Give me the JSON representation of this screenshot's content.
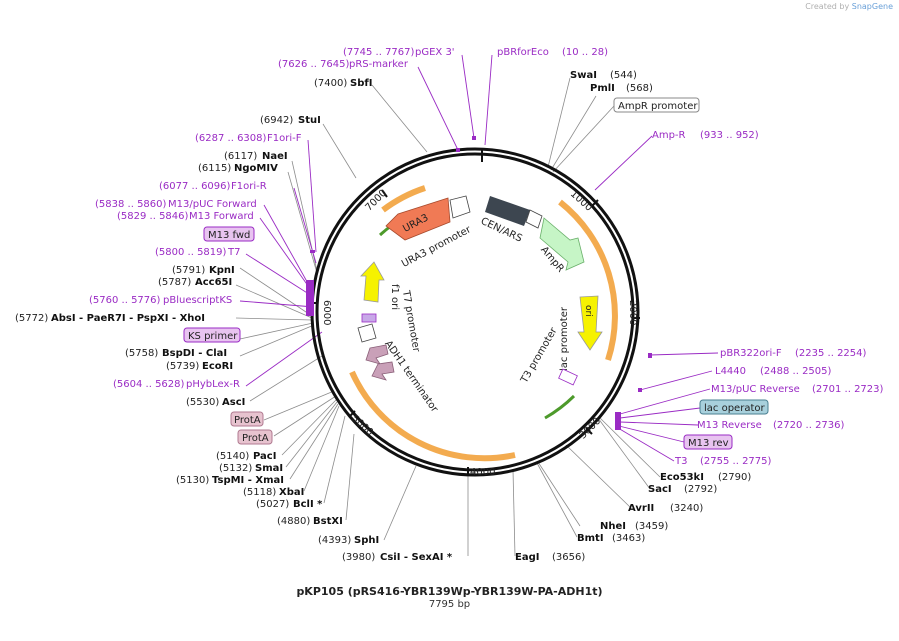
{
  "app": {
    "credit_prefix": "Created by",
    "credit_brand": "SnapGene"
  },
  "plasmid": {
    "name": "pKP105 (pRS416-YBR139Wp-YBR139W-PA-ADH1t)",
    "length_label": "7795 bp",
    "length": 7795,
    "tick_labels": [
      "1000",
      "2000",
      "3000",
      "4000",
      "5000",
      "6000",
      "7000"
    ]
  },
  "colors": {
    "enzyme": "#000000",
    "primer": "#9a2bc4",
    "amp": "#f2a23c",
    "ura3_arrow": "#f07a55",
    "ampr_arrow": "#c6f5c6",
    "ori": "#f6f200",
    "cen": "#3d4650",
    "t7_arrow": "#f6f200",
    "adh1": "#c9a0b8",
    "lac_op_box": "#a8d0dc",
    "protA_box": "#e7c3cf",
    "m13_box": "#e8c4f0"
  },
  "enzymes": [
    {
      "name": "SwaI",
      "pos": "(544)"
    },
    {
      "name": "PmlI",
      "pos": "(568)"
    },
    {
      "name": "SbfI",
      "pos": "(7400)"
    },
    {
      "name": "StuI",
      "pos": "(6942)"
    },
    {
      "name": "NaeI",
      "pos": "(6117)"
    },
    {
      "name": "NgoMIV",
      "pos": "(6115)"
    },
    {
      "name": "KpnI",
      "pos": "(5791)"
    },
    {
      "name": "Acc65I",
      "pos": "(5787)"
    },
    {
      "name": "AbsI - PaeR7I - PspXI - XhoI",
      "pos": "(5772)"
    },
    {
      "name": "BspDI - ClaI",
      "pos": "(5758)"
    },
    {
      "name": "EcoRI",
      "pos": "(5739)"
    },
    {
      "name": "AscI",
      "pos": "(5530)"
    },
    {
      "name": "PacI",
      "pos": "(5140)"
    },
    {
      "name": "SmaI",
      "pos": "(5132)"
    },
    {
      "name": "TspMI - XmaI",
      "pos": "(5130)"
    },
    {
      "name": "XbaI",
      "pos": "(5118)"
    },
    {
      "name": "BclI *",
      "pos": "(5027)"
    },
    {
      "name": "BstXI",
      "pos": "(4880)"
    },
    {
      "name": "SphI",
      "pos": "(4393)"
    },
    {
      "name": "CsiI - SexAI *",
      "pos": "(3980)"
    },
    {
      "name": "EagI",
      "pos": "(3656)"
    },
    {
      "name": "BmtI",
      "pos": "(3463)"
    },
    {
      "name": "NheI",
      "pos": "(3459)"
    },
    {
      "name": "AvrII",
      "pos": "(3240)"
    },
    {
      "name": "SacI",
      "pos": "(2792)"
    },
    {
      "name": "Eco53kI",
      "pos": "(2790)"
    }
  ],
  "primers": [
    {
      "name": "pGEX 3'",
      "range": "(7745 .. 7767)"
    },
    {
      "name": "pRS-marker",
      "range": "(7626 .. 7645)"
    },
    {
      "name": "pBRforEco",
      "range": "(10 .. 28)"
    },
    {
      "name": "Amp-R",
      "range": "(933 .. 952)"
    },
    {
      "name": "F1ori-F",
      "range": "(6287 .. 6308)"
    },
    {
      "name": "F1ori-R",
      "range": "(6077 .. 6096)"
    },
    {
      "name": "M13/pUC Forward",
      "range": "(5838 .. 5860)"
    },
    {
      "name": "M13 Forward",
      "range": "(5829 .. 5846)"
    },
    {
      "name": "T7",
      "range": "(5800 .. 5819)"
    },
    {
      "name": "pBluescriptKS",
      "range": "(5760 .. 5776)"
    },
    {
      "name": "pHybLex-R",
      "range": "(5604 .. 5628)"
    },
    {
      "name": "pBR322ori-F",
      "range": "(2235 .. 2254)"
    },
    {
      "name": "L4440",
      "range": "(2488 .. 2505)"
    },
    {
      "name": "M13/pUC Reverse",
      "range": "(2701 .. 2723)"
    },
    {
      "name": "M13 Reverse",
      "range": "(2720 .. 2736)"
    },
    {
      "name": "T3",
      "range": "(2755 .. 2775)"
    }
  ],
  "boxed_features": [
    "AmpR promoter",
    "M13 fwd",
    "KS primer",
    "ProtA",
    "ProtA",
    "lac operator",
    "M13 rev"
  ],
  "features": [
    "URA3",
    "URA3 promoter",
    "CEN/ARS",
    "AmpR",
    "ori",
    "lac promoter",
    "T3 promoter",
    "f1 ori",
    "T7 promoter",
    "ADH1 terminator"
  ]
}
